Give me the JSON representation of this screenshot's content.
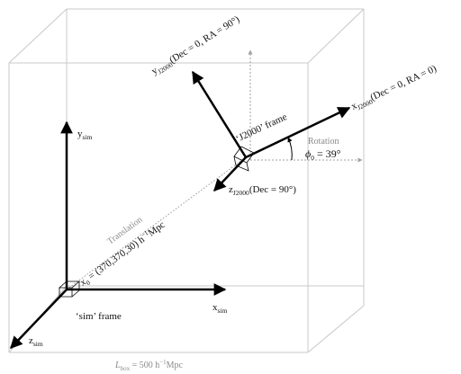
{
  "diagram": {
    "sim_axes": {
      "x": {
        "base": "x",
        "sub": "sim"
      },
      "y": {
        "base": "y",
        "sub": "sim"
      },
      "z": {
        "base": "z",
        "sub": "sim"
      },
      "frame_label": "‘sim’ frame"
    },
    "j2000_axes": {
      "x": {
        "base": "x",
        "sub": "J2000",
        "rest": "(Dec = 0, RA = 0)"
      },
      "y": {
        "base": "y",
        "sub": "J2000",
        "rest": "(Dec = 0, RA = 90°)"
      },
      "z": {
        "base": "z",
        "sub": "J2000",
        "rest": "(Dec = 90°)"
      },
      "frame_label": "‘J2000’ frame"
    },
    "translation": {
      "label": "Translation",
      "x0_base": "x",
      "x0_sub": "0",
      "x0_rest": " = (370,370,30) h",
      "exp": "−1",
      "unit": "Mpc"
    },
    "rotation": {
      "label": "Rotation",
      "phi_base": "ϕ",
      "phi_sub": "0",
      "phi_rest": " = 39°"
    },
    "box": {
      "L_base": "L",
      "L_sub": "box",
      "L_rest": " = 500 h",
      "exp": "−1",
      "unit": "Mpc"
    },
    "colors": {
      "axis": "#000000",
      "box": "#c8c8c8",
      "grey_text": "#8a8a8a",
      "dotted": "#999999"
    }
  }
}
